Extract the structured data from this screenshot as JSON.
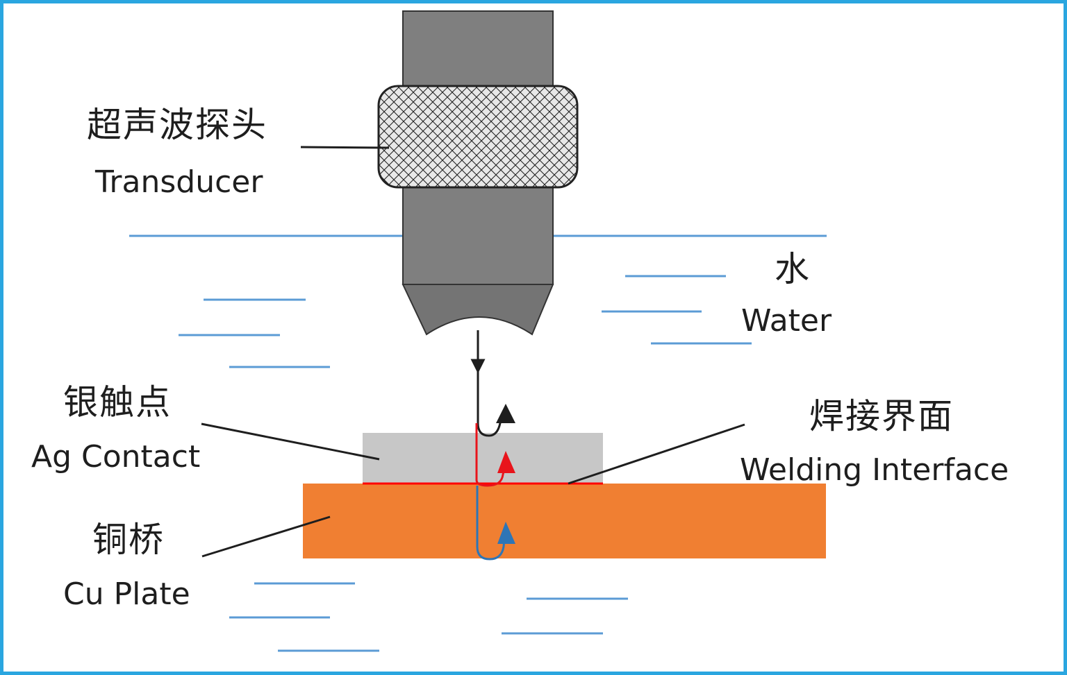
{
  "labels": {
    "transducer_zh": "超声波探头",
    "transducer_en": "Transducer",
    "water_zh": "水",
    "water_en": "Water",
    "ag_zh": "银触点",
    "ag_en": "Ag Contact",
    "weld_zh": "焊接界面",
    "weld_en": "Welding Interface",
    "cu_zh": "铜桥",
    "cu_en": "Cu Plate"
  },
  "colors": {
    "frame": "#2aa6e0",
    "water_lines": "#5b9bd5",
    "probe_body": "#7f7f7f",
    "probe_tip": "#747474",
    "ag_contact": "#c7c7c7",
    "cu_plate": "#f07f32",
    "interface": "#ff0000",
    "echo_red": "#e8141b",
    "echo_blue": "#2e75b6",
    "leader_lines": "#1e1e1e"
  }
}
